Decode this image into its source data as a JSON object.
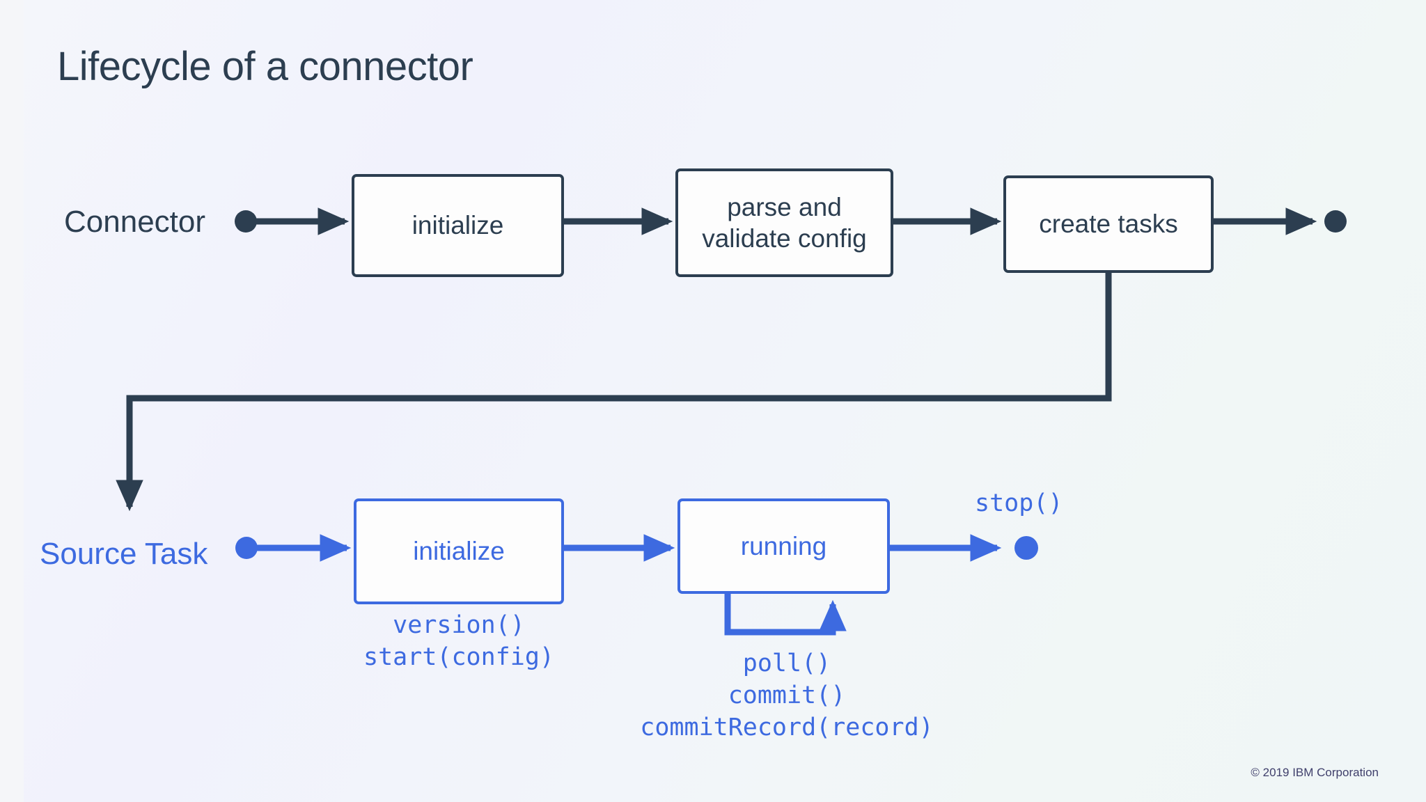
{
  "slide": {
    "title": "Lifecycle of a connector",
    "footer": "© 2019 IBM Corporation",
    "background_start": "#f4f6fb",
    "background_end": "#f0f6f7"
  },
  "colors": {
    "dark": "#2c3e50",
    "blue": "#3d6ae0",
    "box_fill": "#fdfdfd"
  },
  "connector_row": {
    "label": "Connector",
    "start_marker": "start-dot",
    "end_marker": "end-dot",
    "steps": [
      {
        "id": "connector-initialize",
        "label": "initialize"
      },
      {
        "id": "connector-parse-validate",
        "label": "parse and\nvalidate config"
      },
      {
        "id": "connector-create-tasks",
        "label": "create tasks"
      }
    ]
  },
  "source_task_row": {
    "label": "Source Task",
    "start_marker": "start-dot",
    "end_marker": "end-dot",
    "end_label": "stop()",
    "steps": [
      {
        "id": "task-initialize",
        "label": "initialize"
      },
      {
        "id": "task-running",
        "label": "running"
      }
    ],
    "annotations": [
      {
        "id": "initialize-methods",
        "text": "version()\nstart(config)"
      },
      {
        "id": "running-methods",
        "text": "poll()\ncommit()\ncommitRecord(record)"
      }
    ],
    "self_loop": "running-self-loop"
  }
}
